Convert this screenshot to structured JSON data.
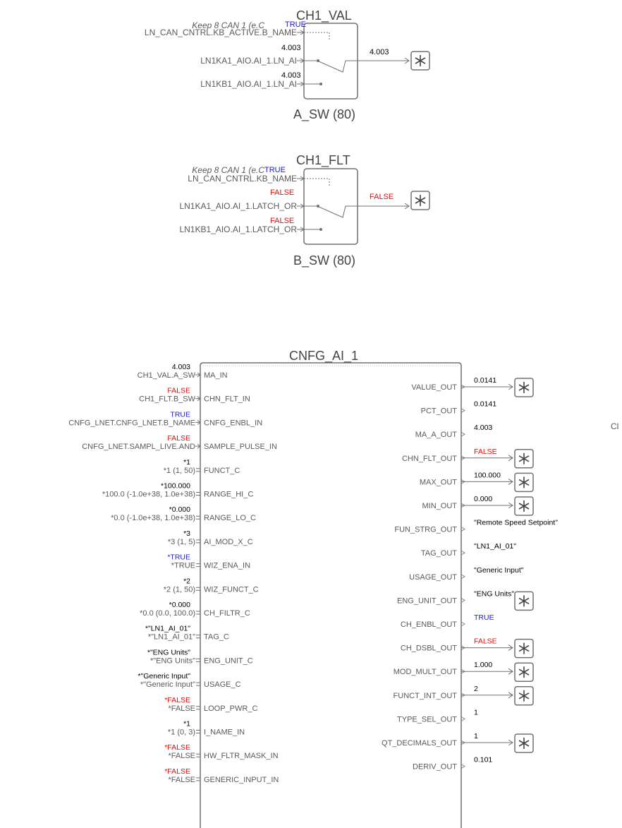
{
  "colors": {
    "true": "#1b1bd8",
    "false": "#e01010",
    "line": "#707070",
    "text": "#5a5a5a"
  },
  "ch1_val": {
    "title": "CH1_VAL",
    "footer": "A_SW (80)",
    "inputs": [
      {
        "label": "LN_CAN_CNTRL.KB_ACTIVE.B_NAME",
        "value": "TRUE",
        "italic_value": "Keep 8 CAN 1 (e.C"
      },
      {
        "label": "LN1KA1_AIO.AI_1.LN_AI",
        "value": "4.003"
      },
      {
        "label": "LN1KB1_AIO.AI_1.LN_AI",
        "value": "4.003"
      }
    ],
    "output_value": "4.003"
  },
  "ch1_flt": {
    "title": "CH1_FLT",
    "footer": "B_SW (80)",
    "inputs": [
      {
        "label": "LN_CAN_CNTRL.KB_NAME",
        "value": "TRUE",
        "italic_value": "Keep 8 CAN 1 (e.C"
      },
      {
        "label": "LN1KA1_AIO.AI_1.LATCH_OR",
        "value": "FALSE"
      },
      {
        "label": "LN1KB1_AIO.AI_1.LATCH_OR",
        "value": "FALSE"
      }
    ],
    "output_value": "FALSE"
  },
  "cnfg": {
    "title": "CNFG_AI_1",
    "right_edge_label": "Cl",
    "inputs": [
      {
        "pin": "MA_IN",
        "source": "CH1_VAL.A_SW",
        "value": "4.003",
        "kind": "num",
        "conn": "link"
      },
      {
        "pin": "CHN_FLT_IN",
        "source": "CH1_FLT.B_SW",
        "value": "FALSE",
        "kind": "false",
        "conn": "link"
      },
      {
        "pin": "CNFG_ENBL_IN",
        "source": "CNFG_LNET.CNFG_LNET.B_NAME",
        "value": "TRUE",
        "kind": "true",
        "conn": "link"
      },
      {
        "pin": "SAMPLE_PULSE_IN",
        "source": "CNFG_LNET.SAMPL_LIVE.AND",
        "value": "FALSE",
        "kind": "false",
        "conn": "link"
      },
      {
        "pin": "FUNCT_C",
        "source": "*1 (1, 50)",
        "value": "*1",
        "kind": "num",
        "conn": "const"
      },
      {
        "pin": "RANGE_HI_C",
        "source": "*100.0 (-1.0e+38, 1.0e+38)",
        "value": "*100.000",
        "kind": "num",
        "conn": "const"
      },
      {
        "pin": "RANGE_LO_C",
        "source": "*0.0 (-1.0e+38, 1.0e+38)",
        "value": "*0.000",
        "kind": "num",
        "conn": "const"
      },
      {
        "pin": "AI_MOD_X_C",
        "source": "*3 (1, 5)",
        "value": "*3",
        "kind": "num",
        "conn": "const"
      },
      {
        "pin": "WIZ_ENA_IN",
        "source": "*TRUE",
        "value": "*TRUE",
        "kind": "true",
        "conn": "const"
      },
      {
        "pin": "WIZ_FUNCT_C",
        "source": "*2 (1, 50)",
        "value": "*2",
        "kind": "num",
        "conn": "const"
      },
      {
        "pin": "CH_FILTR_C",
        "source": "*0.0 (0.0, 100.0)",
        "value": "*0.000",
        "kind": "num",
        "conn": "const"
      },
      {
        "pin": "TAG_C",
        "source": "*\"LN1_AI_01\"",
        "value": "*\"LN1_AI_01\"",
        "kind": "num",
        "conn": "const"
      },
      {
        "pin": "ENG_UNIT_C",
        "source": "*\"ENG Units\"",
        "value": "*\"ENG Units\"",
        "kind": "num",
        "conn": "const"
      },
      {
        "pin": "USAGE_C",
        "source": "*\"Generic Input\"",
        "value": "*\"Generic Input\"",
        "kind": "num",
        "conn": "const"
      },
      {
        "pin": "LOOP_PWR_C",
        "source": "*FALSE",
        "value": "*FALSE",
        "kind": "false",
        "conn": "const"
      },
      {
        "pin": "I_NAME_IN",
        "source": "*1 (0, 3)",
        "value": "*1",
        "kind": "num",
        "conn": "const"
      },
      {
        "pin": "HW_FLTR_MASK_IN",
        "source": "*FALSE",
        "value": "*FALSE",
        "kind": "false",
        "conn": "const"
      },
      {
        "pin": "GENERIC_INPUT_IN",
        "source": "*FALSE",
        "value": "*FALSE",
        "kind": "false",
        "conn": "const"
      }
    ],
    "outputs": [
      {
        "pin": "VALUE_OUT",
        "value": "0.0141",
        "kind": "num",
        "probe": true,
        "wired": true
      },
      {
        "pin": "PCT_OUT",
        "value": "0.0141",
        "kind": "num",
        "probe": false,
        "wired": false
      },
      {
        "pin": "MA_A_OUT",
        "value": "4.003",
        "kind": "num",
        "probe": false,
        "wired": false
      },
      {
        "pin": "CHN_FLT_OUT",
        "value": "FALSE",
        "kind": "false",
        "probe": true,
        "wired": true
      },
      {
        "pin": "MAX_OUT",
        "value": "100.000",
        "kind": "num",
        "probe": true,
        "wired": true
      },
      {
        "pin": "MIN_OUT",
        "value": "0.000",
        "kind": "num",
        "probe": true,
        "wired": true
      },
      {
        "pin": "FUN_STRG_OUT",
        "value": "\"Remote Speed Setpoint\"",
        "kind": "num",
        "probe": false,
        "wired": false
      },
      {
        "pin": "TAG_OUT",
        "value": "\"LN1_AI_01\"",
        "kind": "num",
        "probe": false,
        "wired": false
      },
      {
        "pin": "USAGE_OUT",
        "value": "\"Generic Input\"",
        "kind": "num",
        "probe": false,
        "wired": false
      },
      {
        "pin": "ENG_UNIT_OUT",
        "value": "\"ENG Units\"",
        "kind": "num",
        "probe": true,
        "wired": false
      },
      {
        "pin": "CH_ENBL_OUT",
        "value": "TRUE",
        "kind": "true",
        "probe": false,
        "wired": false
      },
      {
        "pin": "CH_DSBL_OUT",
        "value": "FALSE",
        "kind": "false",
        "probe": true,
        "wired": true
      },
      {
        "pin": "MOD_MULT_OUT",
        "value": "1.000",
        "kind": "num",
        "probe": true,
        "wired": true
      },
      {
        "pin": "FUNCT_INT_OUT",
        "value": "2",
        "kind": "num",
        "probe": true,
        "wired": true
      },
      {
        "pin": "TYPE_SEL_OUT",
        "value": "1",
        "kind": "num",
        "probe": false,
        "wired": false
      },
      {
        "pin": "QT_DECIMALS_OUT",
        "value": "1",
        "kind": "num",
        "probe": true,
        "wired": true
      },
      {
        "pin": "DERIV_OUT",
        "value": "0.101",
        "kind": "num",
        "probe": false,
        "wired": false
      }
    ]
  }
}
